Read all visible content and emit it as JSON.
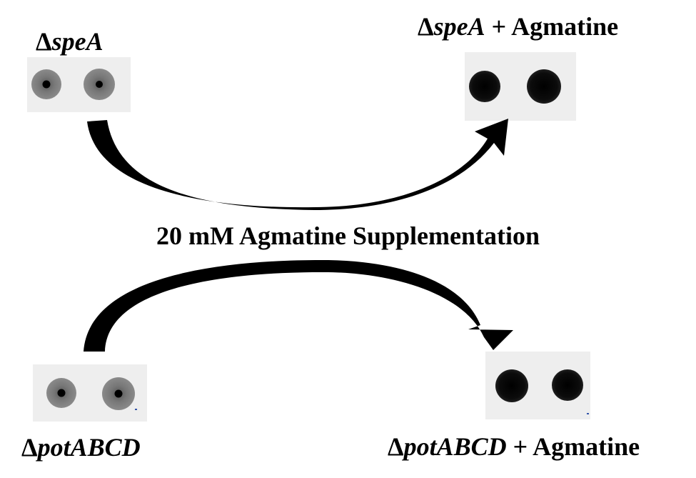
{
  "labels": {
    "top_left": {
      "prefix": "Δ",
      "gene": "speA",
      "suffix": ""
    },
    "top_right": {
      "prefix": "Δ",
      "gene": "speA",
      "suffix": " + Agmatine"
    },
    "center": "20 mM Agmatine Supplementation",
    "bottom_left": {
      "prefix": "Δ",
      "gene": "potABCD",
      "suffix": ""
    },
    "bottom_right": {
      "prefix": "Δ",
      "gene": "potABCD",
      "suffix": " + Agmatine"
    }
  },
  "colors": {
    "arrow": "#000000",
    "panel_background": "#eeeeee",
    "untreated_spot": "#808080",
    "treated_spot": "#000000"
  }
}
